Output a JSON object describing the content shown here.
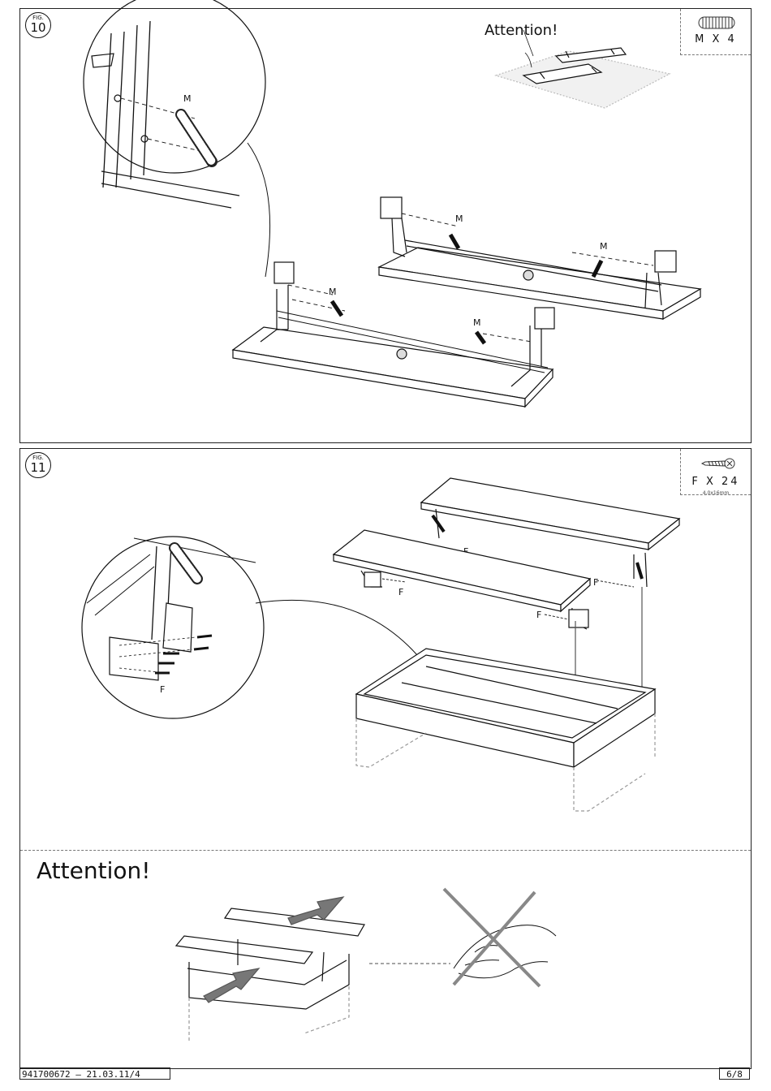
{
  "fig10": {
    "fig_label": "FIG.",
    "fig_number": "10",
    "attention": "Attention!",
    "part_quantity": "M X 4",
    "part_letter": "M"
  },
  "fig11": {
    "fig_label": "FIG.",
    "fig_number": "11",
    "part_quantity": "F X 24",
    "part_spec": "4,0x16mm",
    "part_letter": "F",
    "attention": "Attention!"
  },
  "footer": {
    "doc_code": "941700672 – 21.03.11/4",
    "page": "6/8"
  }
}
